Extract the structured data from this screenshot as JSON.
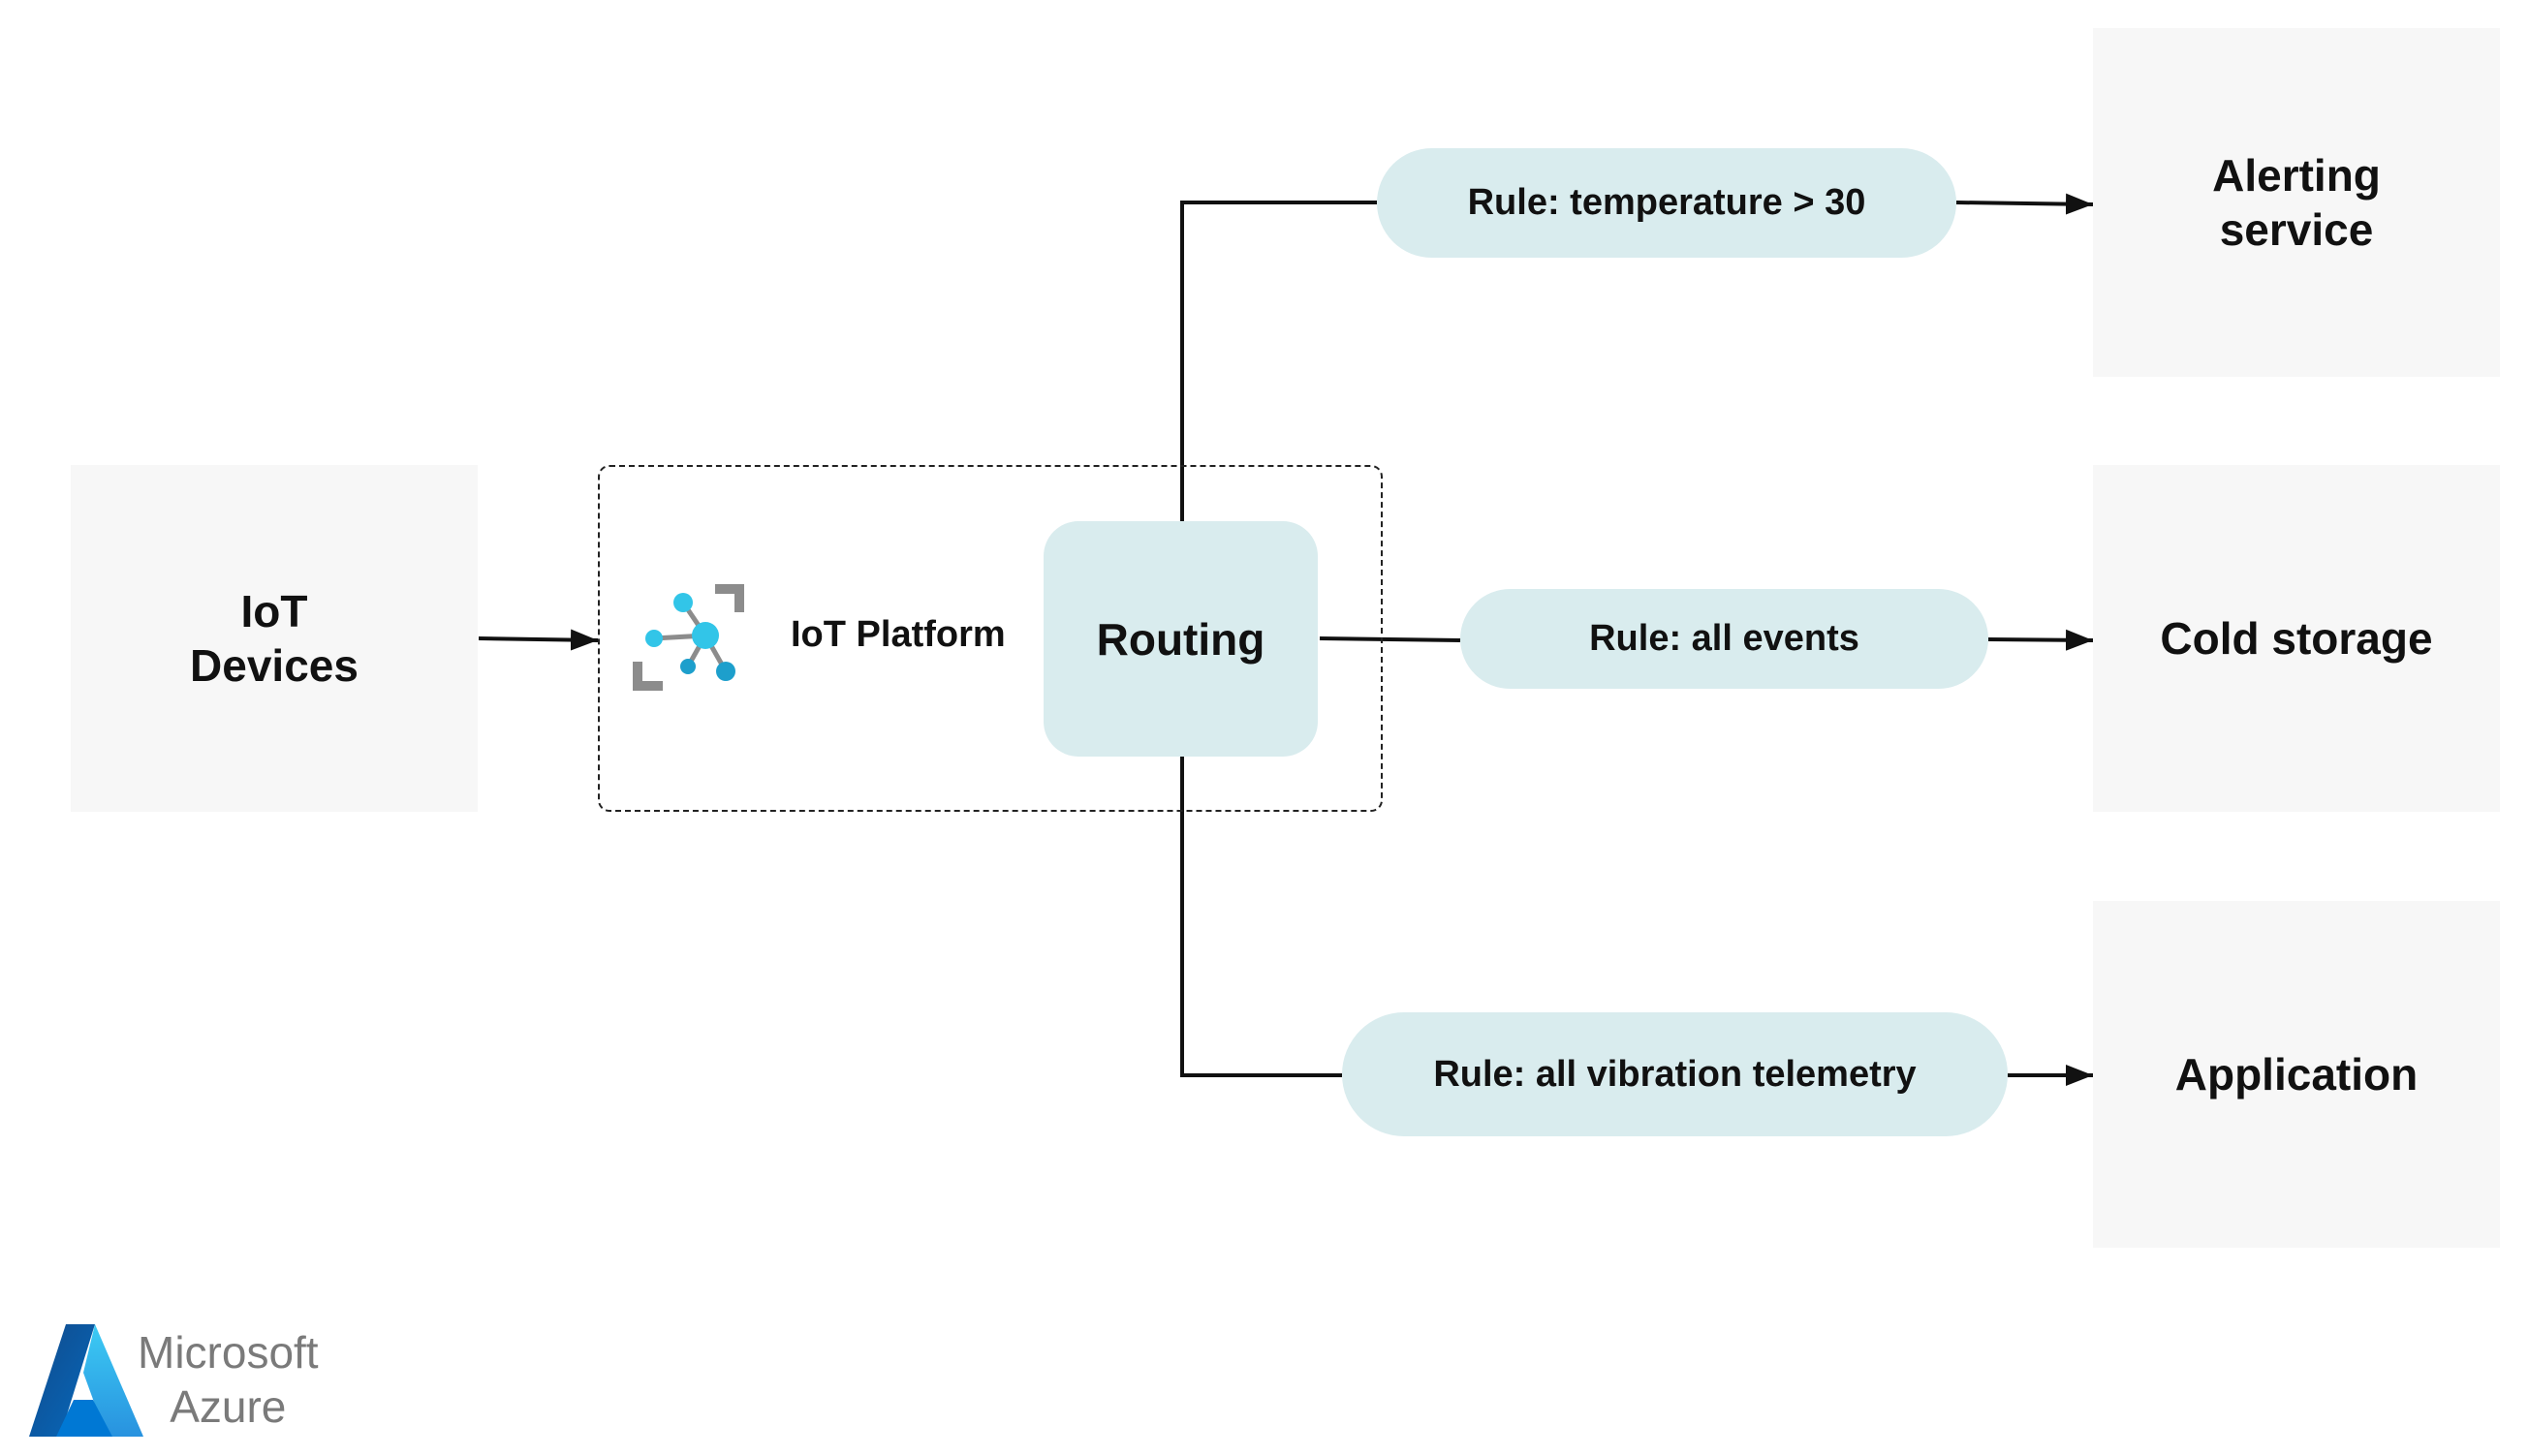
{
  "nodes": {
    "iot_devices": {
      "line1": "IoT",
      "line2": "Devices"
    },
    "iot_platform": {
      "label": "IoT Platform"
    },
    "routing": {
      "label": "Routing"
    },
    "alerting": {
      "line1": "Alerting",
      "line2": "service"
    },
    "cold_storage": {
      "label": "Cold storage"
    },
    "application": {
      "label": "Application"
    }
  },
  "rules": {
    "temperature": "Rule: temperature > 30",
    "all_events": "Rule: all events",
    "vibration": "Rule: all vibration telemetry"
  },
  "edges": [
    {
      "from": "iot_devices",
      "to": "iot_platform"
    },
    {
      "from": "routing",
      "to": "alerting",
      "via": "temperature"
    },
    {
      "from": "routing",
      "to": "cold_storage",
      "via": "all_events"
    },
    {
      "from": "routing",
      "to": "application",
      "via": "vibration"
    }
  ],
  "icons": {
    "platform": "iot-hub-icon",
    "logo": "azure-logo-icon"
  },
  "branding": {
    "line1": "Microsoft",
    "line2": "Azure"
  },
  "colors": {
    "box_fill": "#f7f7f7",
    "rule_fill": "#d9ecee",
    "line": "#111111",
    "hub_cyan": "#32c5e8",
    "hub_gray": "#8c8c8c",
    "azure_blue": "#0f6cbd",
    "logo_text": "#7a7a7a"
  }
}
